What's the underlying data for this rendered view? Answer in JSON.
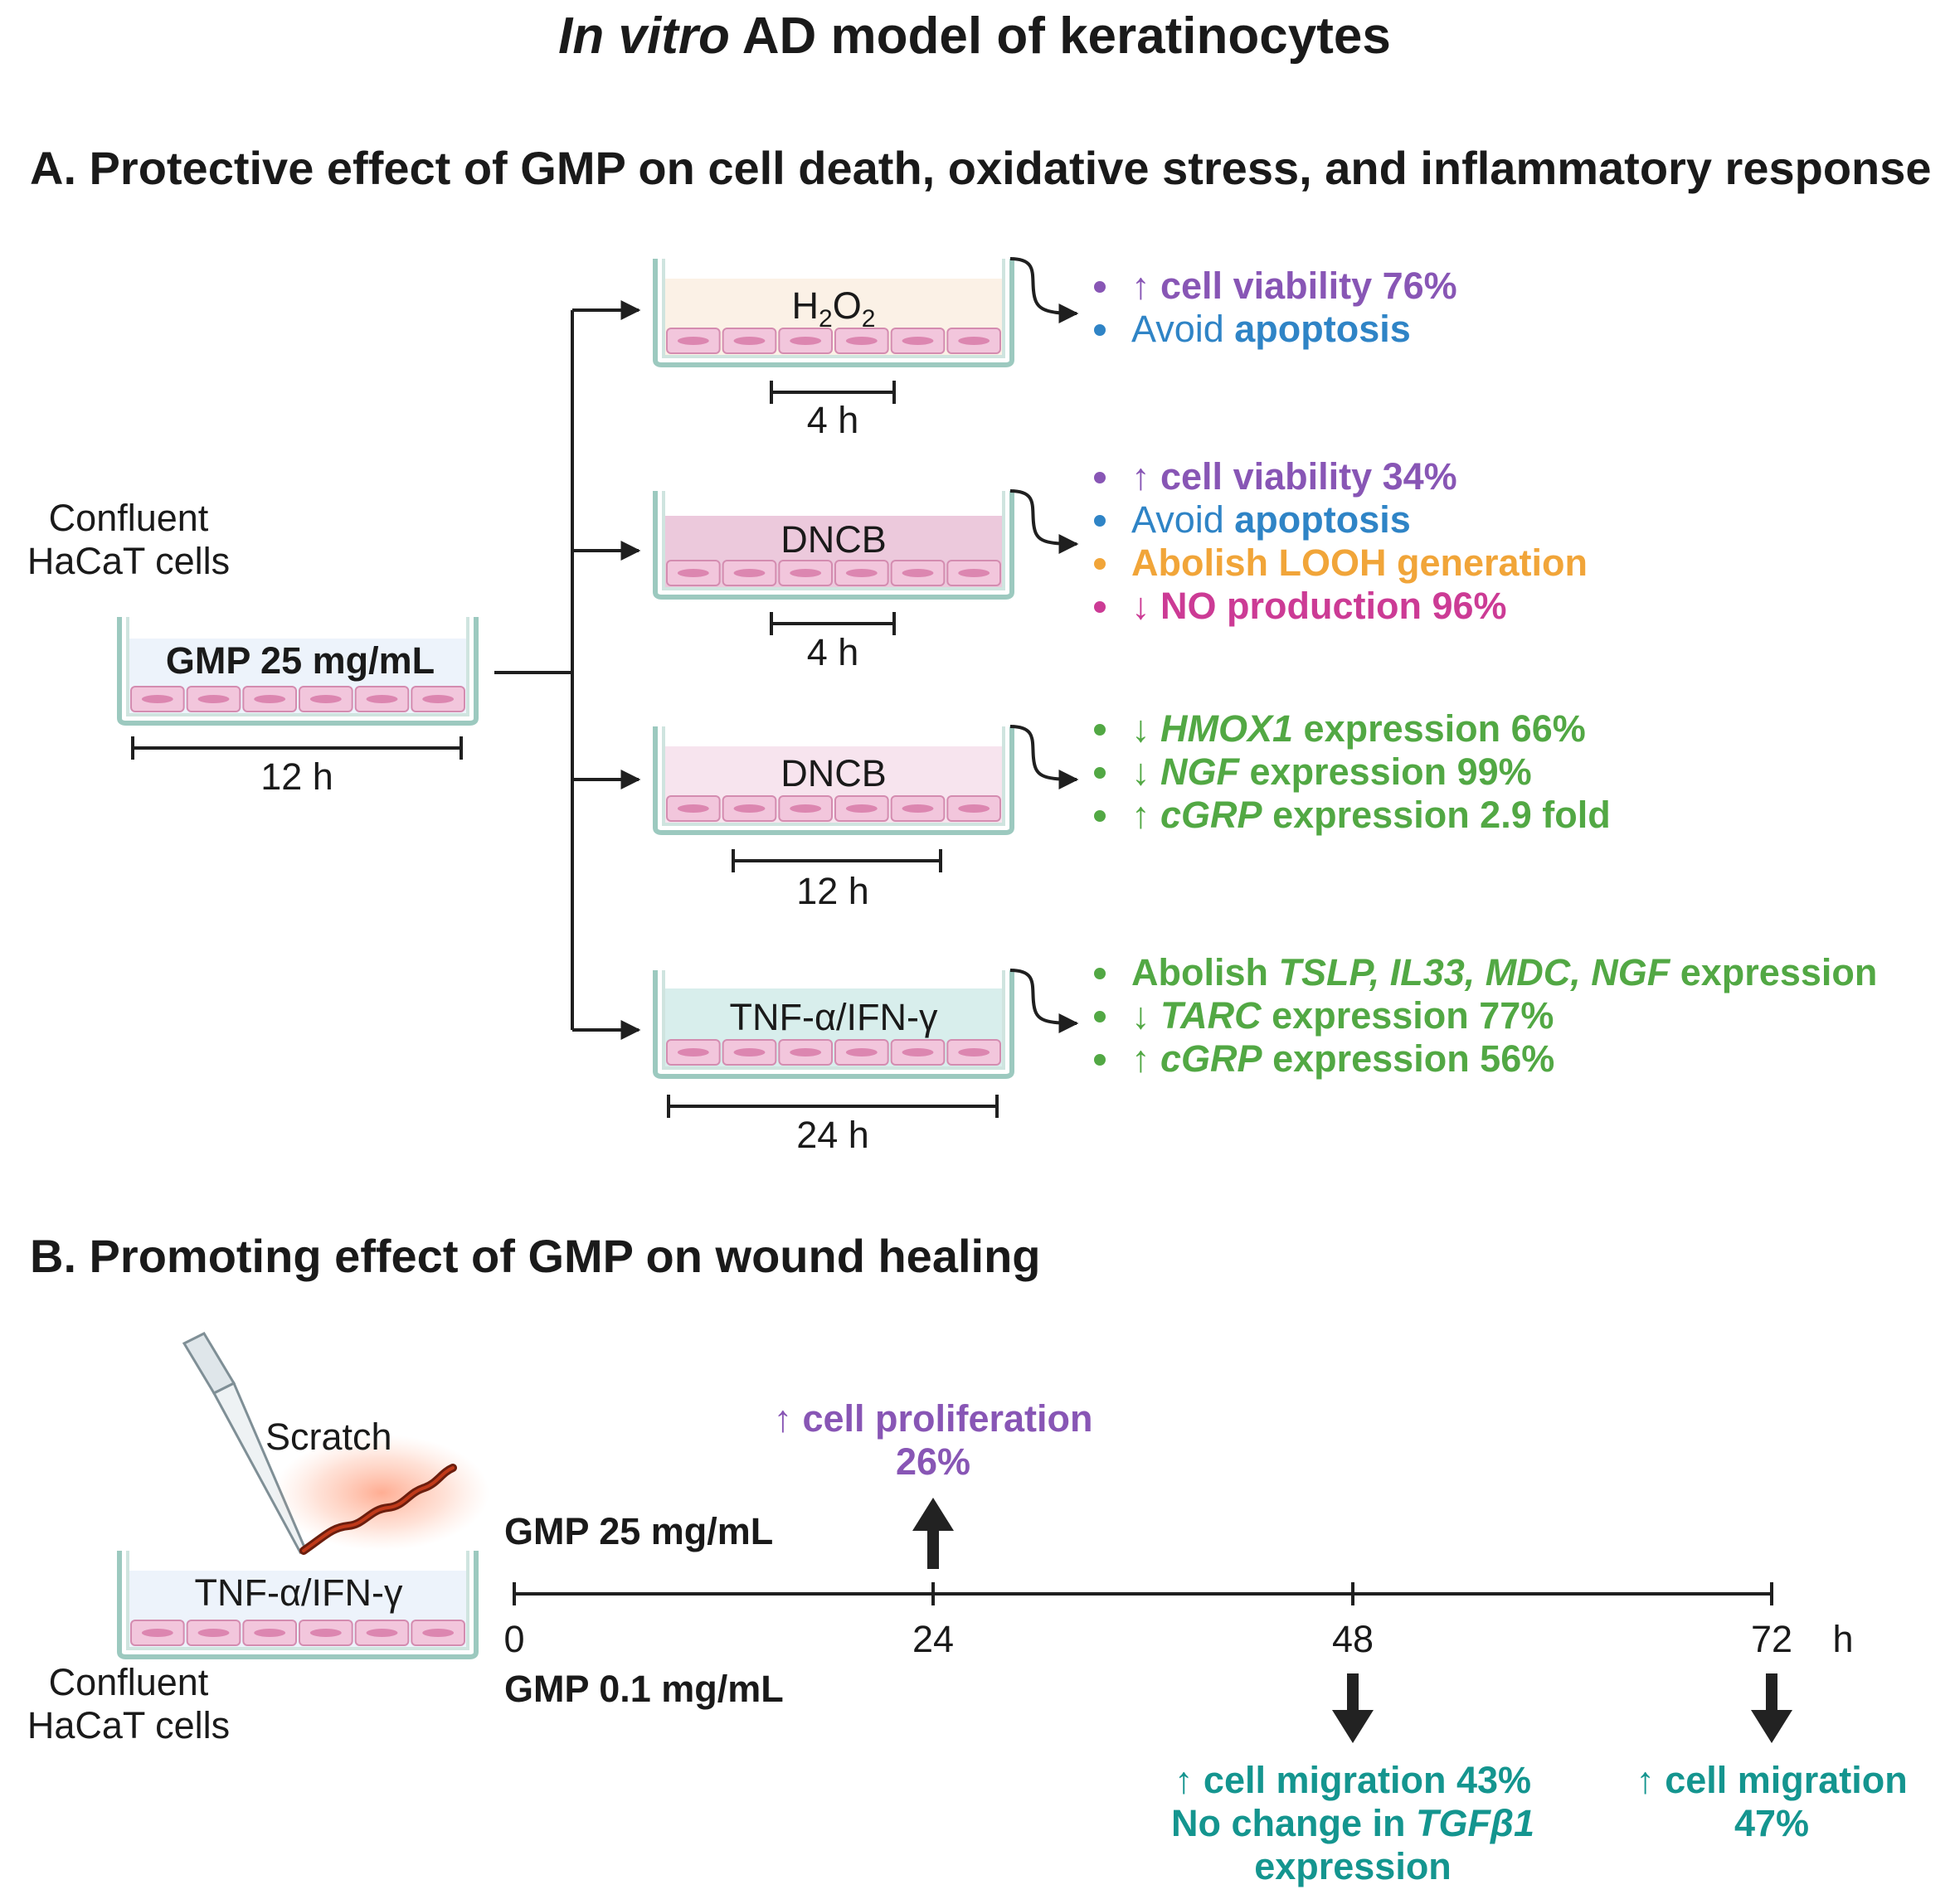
{
  "title": {
    "italic": "In vitro",
    "rest": " AD model of keratinocytes"
  },
  "section_a": {
    "heading": "A. Protective effect of GMP on cell death, oxidative stress, and inflammatory response",
    "start_label_1": "Confluent",
    "start_label_2": "HaCaT cells",
    "start_dish_label": "GMP 25 mg/mL",
    "start_duration": "12 h",
    "dishes": [
      {
        "label_main": "H",
        "sub1": "2",
        "mid": "O",
        "sub2": "2",
        "duration": "4 h",
        "color": "#fbf1e6"
      },
      {
        "label": "DNCB",
        "duration": "4 h",
        "color": "#ecc9dc"
      },
      {
        "label": "DNCB",
        "duration": "12 h",
        "color": "#f7e4ee"
      },
      {
        "label": "TNF-α/IFN-γ",
        "duration": "24 h",
        "color": "#d8eeec"
      }
    ],
    "results": [
      [
        {
          "parts": [
            {
              "t": "↑ cell viability 76%"
            }
          ],
          "color": "purple"
        },
        {
          "parts": [
            {
              "t": "Avoid "
            },
            {
              "t": "apoptosis",
              "b": true
            }
          ],
          "color": "blue",
          "normal_first": true
        }
      ],
      [
        {
          "parts": [
            {
              "t": "↑ cell viability 34%"
            }
          ],
          "color": "purple"
        },
        {
          "parts": [
            {
              "t": "Avoid "
            },
            {
              "t": "apoptosis",
              "b": true
            }
          ],
          "color": "blue",
          "normal_first": true
        },
        {
          "parts": [
            {
              "t": "Abolish LOOH generation"
            }
          ],
          "color": "orange"
        },
        {
          "parts": [
            {
              "t": "↓ NO production 96%"
            }
          ],
          "color": "magenta"
        }
      ],
      [
        {
          "parts": [
            {
              "t": "↓ "
            },
            {
              "t": "HMOX1",
              "i": true
            },
            {
              "t": " expression 66%"
            }
          ],
          "color": "green"
        },
        {
          "parts": [
            {
              "t": "↓ "
            },
            {
              "t": "NGF",
              "i": true
            },
            {
              "t": "  expression 99%"
            }
          ],
          "color": "green"
        },
        {
          "parts": [
            {
              "t": "↑ "
            },
            {
              "t": "cGRP",
              "i": true
            },
            {
              "t": "  expression 2.9 fold"
            }
          ],
          "color": "green"
        }
      ],
      [
        {
          "parts": [
            {
              "t": "Abolish "
            },
            {
              "t": "TSLP, IL33, MDC, NGF",
              "i": true
            },
            {
              "t": " expression"
            }
          ],
          "color": "green"
        },
        {
          "parts": [
            {
              "t": "↓ "
            },
            {
              "t": "TARC",
              "i": true
            },
            {
              "t": " expression 77%"
            }
          ],
          "color": "green"
        },
        {
          "parts": [
            {
              "t": "↑ "
            },
            {
              "t": "cGRP",
              "i": true
            },
            {
              "t": " expression 56%"
            }
          ],
          "color": "green"
        }
      ]
    ]
  },
  "section_b": {
    "heading": "B. Promoting effect of GMP on wound healing",
    "scratch_label": "Scratch",
    "dish_label": "TNF-α/IFN-γ",
    "cells_label_1": "Confluent",
    "cells_label_2": "HaCaT cells",
    "gmp_high": "GMP 25 mg/mL",
    "gmp_low": "GMP 0.1 mg/mL",
    "ticks": [
      "0",
      "24",
      "48",
      "72"
    ],
    "unit": "h",
    "prolif_1": "↑ cell proliferation",
    "prolif_2": "26%",
    "mig48_1": "↑ cell migration 43%",
    "mig48_2a": "No change in ",
    "mig48_2b": "TGFβ1",
    "mig48_3": "expression",
    "mig72_1": "↑ cell migration",
    "mig72_2": "47%"
  },
  "colors": {
    "purple": "#8856b5",
    "blue": "#2f84c6",
    "orange": "#f1a539",
    "magenta": "#cc3b95",
    "green": "#52a844",
    "teal": "#14958f",
    "cell_fill": "#f2c6dc",
    "cell_stroke": "#d48cb0",
    "dish_wall": "#9cc9bf"
  }
}
